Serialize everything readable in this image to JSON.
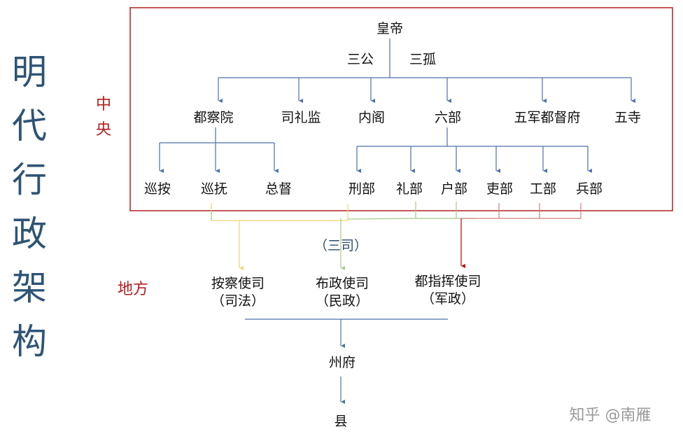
{
  "title_chars": [
    "明",
    "代",
    "行",
    "政",
    "架",
    "构"
  ],
  "central_label": [
    "中",
    "央"
  ],
  "local_label": "地方",
  "emperor": "皇帝",
  "san_gong": "三公",
  "san_gu": "三孤",
  "level1": [
    "都察院",
    "司礼监",
    "内阁",
    "六部",
    "五军都督府",
    "五寺"
  ],
  "censorate_children": [
    "巡按",
    "巡抚",
    "总督"
  ],
  "ministries": [
    "刑部",
    "礼部",
    "户部",
    "吏部",
    "工部",
    "兵部"
  ],
  "san_si_label": "（三司）",
  "local_offices": [
    {
      "name": "按察使司",
      "role": "（司法）"
    },
    {
      "name": "布政使司",
      "role": "（民政）"
    },
    {
      "name": "都指挥使司",
      "role": "（军政）"
    }
  ],
  "prefecture": "州府",
  "county": "县",
  "watermark": "知乎 @南雁",
  "colors": {
    "frame": "#b0201f",
    "line": "#4a72a8",
    "yellow": "#f0d76a",
    "green": "#a8c98a",
    "red": "#c00000"
  }
}
